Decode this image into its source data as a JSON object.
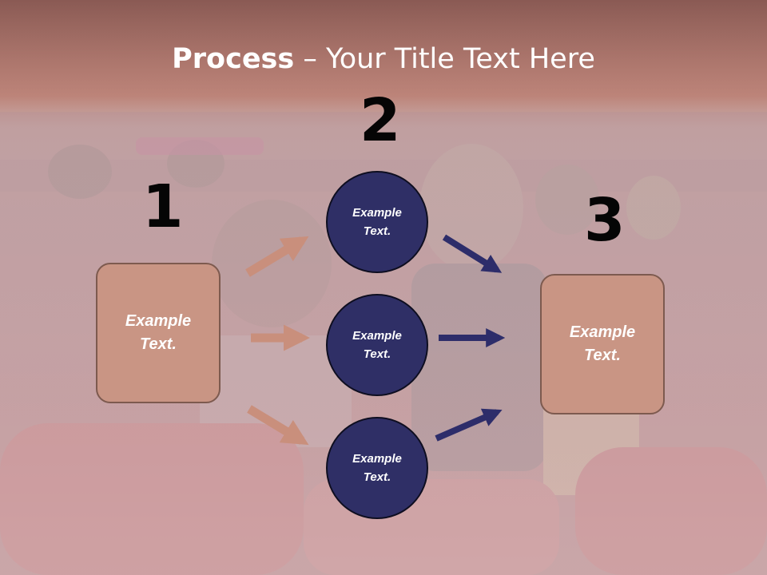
{
  "slide": {
    "title_bold": "Process",
    "title_rest": " – Your Title Text Here",
    "steps": [
      {
        "number": "1",
        "text": "Example\nText."
      },
      {
        "number": "2",
        "items": [
          "Example\nText.",
          "Example\nText.",
          "Example\nText."
        ]
      },
      {
        "number": "3",
        "text": "Example\nText."
      }
    ]
  },
  "colors": {
    "box_fill": "#c99584",
    "circle_fill": "#2f2f66",
    "left_arrow": "#c98f7c",
    "right_arrow": "#2d2d6a"
  }
}
